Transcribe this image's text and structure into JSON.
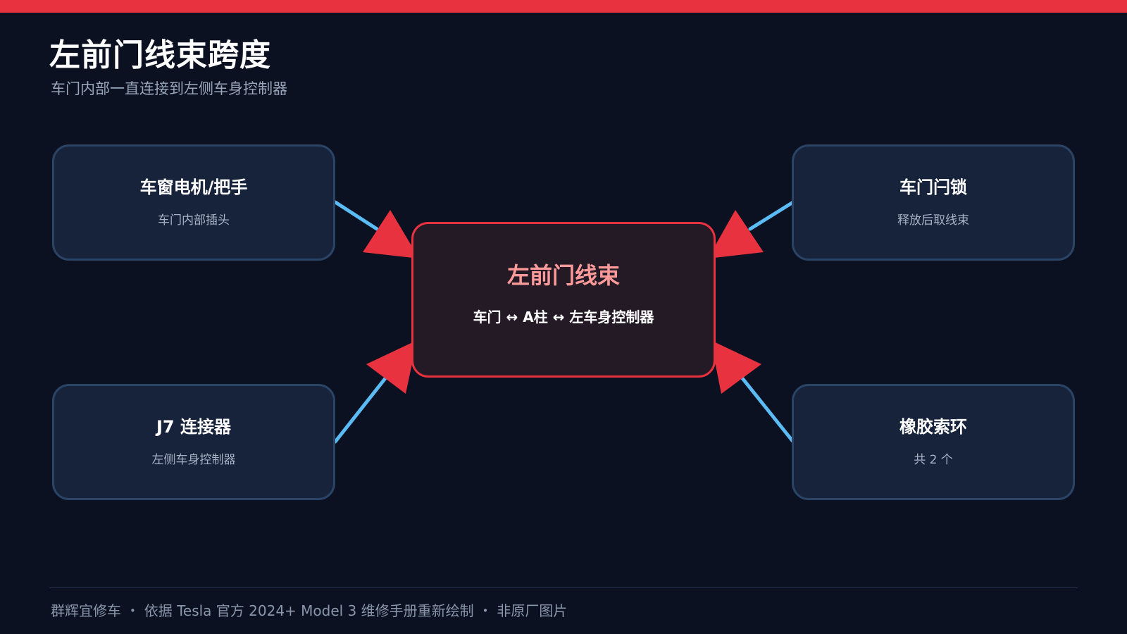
{
  "header": {
    "title": "左前门线束跨度",
    "subtitle": "车门内部一直连接到左侧车身控制器"
  },
  "center": {
    "title": "左前门线束",
    "subtitle": "车门 ↔ A柱 ↔ 左车身控制器"
  },
  "nodes": [
    {
      "title": "车窗电机/把手",
      "subtitle": "车门内部插头"
    },
    {
      "title": "车门闩锁",
      "subtitle": "释放后取线束"
    },
    {
      "title": "J7 连接器",
      "subtitle": "左侧车身控制器"
    },
    {
      "title": "橡胶索环",
      "subtitle": "共 2 个"
    }
  ],
  "footer": {
    "text": "群辉宜修车 ・ 依据 Tesla 官方 2024+ Model 3 维修手册重新绘制 ・ 非原厂图片"
  },
  "colors": {
    "accent_red": "#e8323f",
    "link_blue": "#5bbcf5",
    "background": "#0b1120",
    "node_fill": "#16233b",
    "node_border": "#2b4466"
  }
}
